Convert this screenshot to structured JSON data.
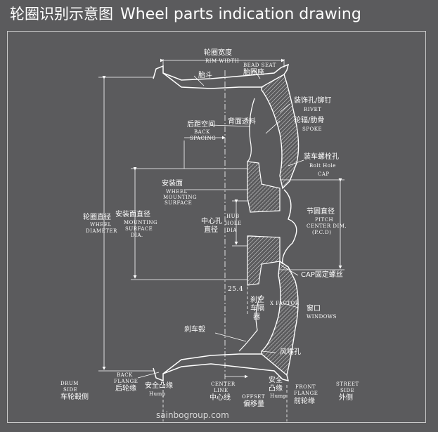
{
  "title": {
    "zh": "轮圈识别示意图",
    "en": "Wheel parts indication drawing"
  },
  "labels": {
    "rim_width_zh": "轮圈宽度",
    "rim_width_en": "RIM WIDTH",
    "bead_seat_en": "BEAD SEAT",
    "bead_seat_zh": "胎圈座",
    "tire_zh": "胎斗",
    "rivet_zh": "装饰孔/铆钉",
    "rivet_en": "RIVET",
    "back_space_zh": "后距空间",
    "back_space_en1": "BACK",
    "back_space_en2": "SPACING",
    "back_material_zh": "背面透料",
    "spoke_zh": "轮辐/肋骨",
    "spoke_en": "SPOKE",
    "bolt_zh": "装车螺栓孔",
    "bolt_en": "Bolt Hole",
    "cap_en": "CAP",
    "mount_zh": "安装面",
    "mount_en1": "WHEEL",
    "mount_en2": "MOUNTING",
    "mount_en3": "SURFACE",
    "wheel_dia_zh": "轮圈直径",
    "wheel_dia_en1": "WHEEL",
    "wheel_dia_en2": "DIAMETER",
    "mount_dia_zh": "安装面直径",
    "mount_dia_en1": "MOUNTING",
    "mount_dia_en2": "SURFACE",
    "mount_dia_en3": "DIA.",
    "hub_zh1": "中心孔",
    "hub_zh2": "直径",
    "hub_en1": "HUB",
    "hub_en2": "HOLE",
    "hub_en3": "DIA",
    "pcd_zh": "节圆直径",
    "pcd_en1": "PITCH",
    "pcd_en2": "CENTER DIM.",
    "pcd_en3": "(P.C.D)",
    "cap_screw_zh": "CAP固定螺丝",
    "dim_254": "25.4",
    "x_factor_en": "X FACTOR",
    "brake_gap_zh1": "刹空",
    "brake_gap_zh2": "车隔",
    "brake_gap_zh3": "器",
    "window_zh": "窗口",
    "window_en": "WINDOWS",
    "brake_drum_zh": "刹车毂",
    "valve_zh": "风嘴孔",
    "drum_en1": "DRUM",
    "drum_en2": "SIDE",
    "drum_zh": "车轮毂侧",
    "back_flange_en1": "BACK",
    "back_flange_en2": "FLANGE",
    "back_flange_zh": "后轮缘",
    "safety_hump_zh": "安全凸缘",
    "safety_hump_en": "Hump",
    "center_line_en1": "CENTER",
    "center_line_en2": "LINE",
    "center_line_zh": "中心线",
    "offset_en": "OFFSET",
    "offset_zh": "偏移量",
    "safety_hump2_zh1": "安全",
    "safety_hump2_zh2": "凸缘",
    "safety_hump2_en": "Hump",
    "front_flange_en1": "FRONT",
    "front_flange_en2": "FLANGE",
    "front_flange_zh": "前轮缘",
    "street_en1": "STREET",
    "street_en2": "SIDE",
    "street_zh": "外侧"
  },
  "watermark": "sainbogroup.com",
  "colors": {
    "background": "#5b5b5d",
    "line": "#ffffff"
  }
}
